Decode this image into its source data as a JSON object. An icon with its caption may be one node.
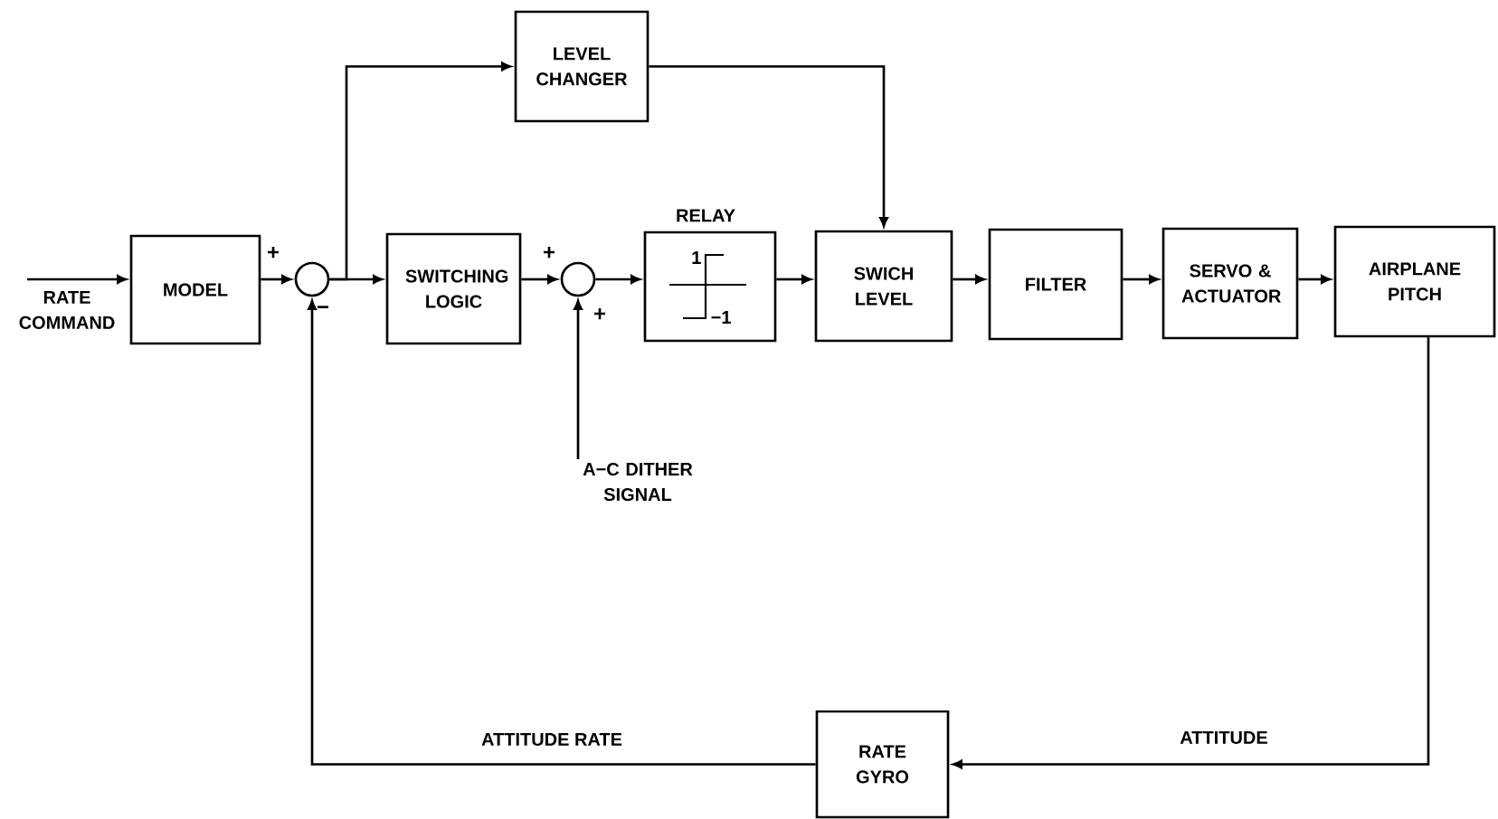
{
  "diagram": {
    "nodes": [
      {
        "text": [
          "MODEL"
        ]
      },
      {
        "text": [],
        "shape": "circle"
      },
      {
        "text": [
          "LEVEL CHANGER"
        ]
      },
      {
        "text": [
          "SWITCHING LOGIC"
        ]
      },
      {
        "text": [],
        "shape": "circle"
      },
      {
        "text": [
          "1",
          "−1"
        ],
        "beside": [
          "RELAY"
        ]
      },
      {
        "text": [
          "SWICH LEVEL"
        ]
      },
      {
        "text": [
          "FILTER"
        ]
      },
      {
        "text": [
          "SERVO & ACTUATOR"
        ]
      },
      {
        "text": [
          "AIRPLANE PITCH"
        ]
      },
      {
        "text": [
          "RATE GYRO"
        ]
      },
      {
        "text": [
          "A−C DITHER SIGNAL"
        ]
      }
    ],
    "edges": [
      {
        "from": null,
        "to": 0,
        "arrow": "to",
        "label": "RATE COMMAND"
      },
      {
        "from": 0,
        "to": 1,
        "arrow": "to"
      },
      {
        "from": 1,
        "to": 3,
        "arrow": "to"
      },
      {
        "from": 1,
        "to": 2,
        "arrow": "to"
      },
      {
        "from": 2,
        "to": 6,
        "arrow": "to"
      },
      {
        "from": 3,
        "to": 4,
        "arrow": "to"
      },
      {
        "from": 11,
        "to": 4,
        "arrow": "to"
      },
      {
        "from": 4,
        "to": 5,
        "arrow": "to"
      },
      {
        "from": 5,
        "to": 6,
        "arrow": "to"
      },
      {
        "from": 6,
        "to": 7,
        "arrow": "to"
      },
      {
        "from": 7,
        "to": 8,
        "arrow": "to"
      },
      {
        "from": 8,
        "to": 9,
        "arrow": "to"
      },
      {
        "from": 9,
        "to": 10,
        "arrow": "to",
        "label": "ATTITUDE"
      },
      {
        "from": 10,
        "to": 1,
        "arrow": "to",
        "label": "ATTITUDE RATE"
      }
    ],
    "labels": [
      "+",
      "−",
      "+",
      "+"
    ]
  }
}
